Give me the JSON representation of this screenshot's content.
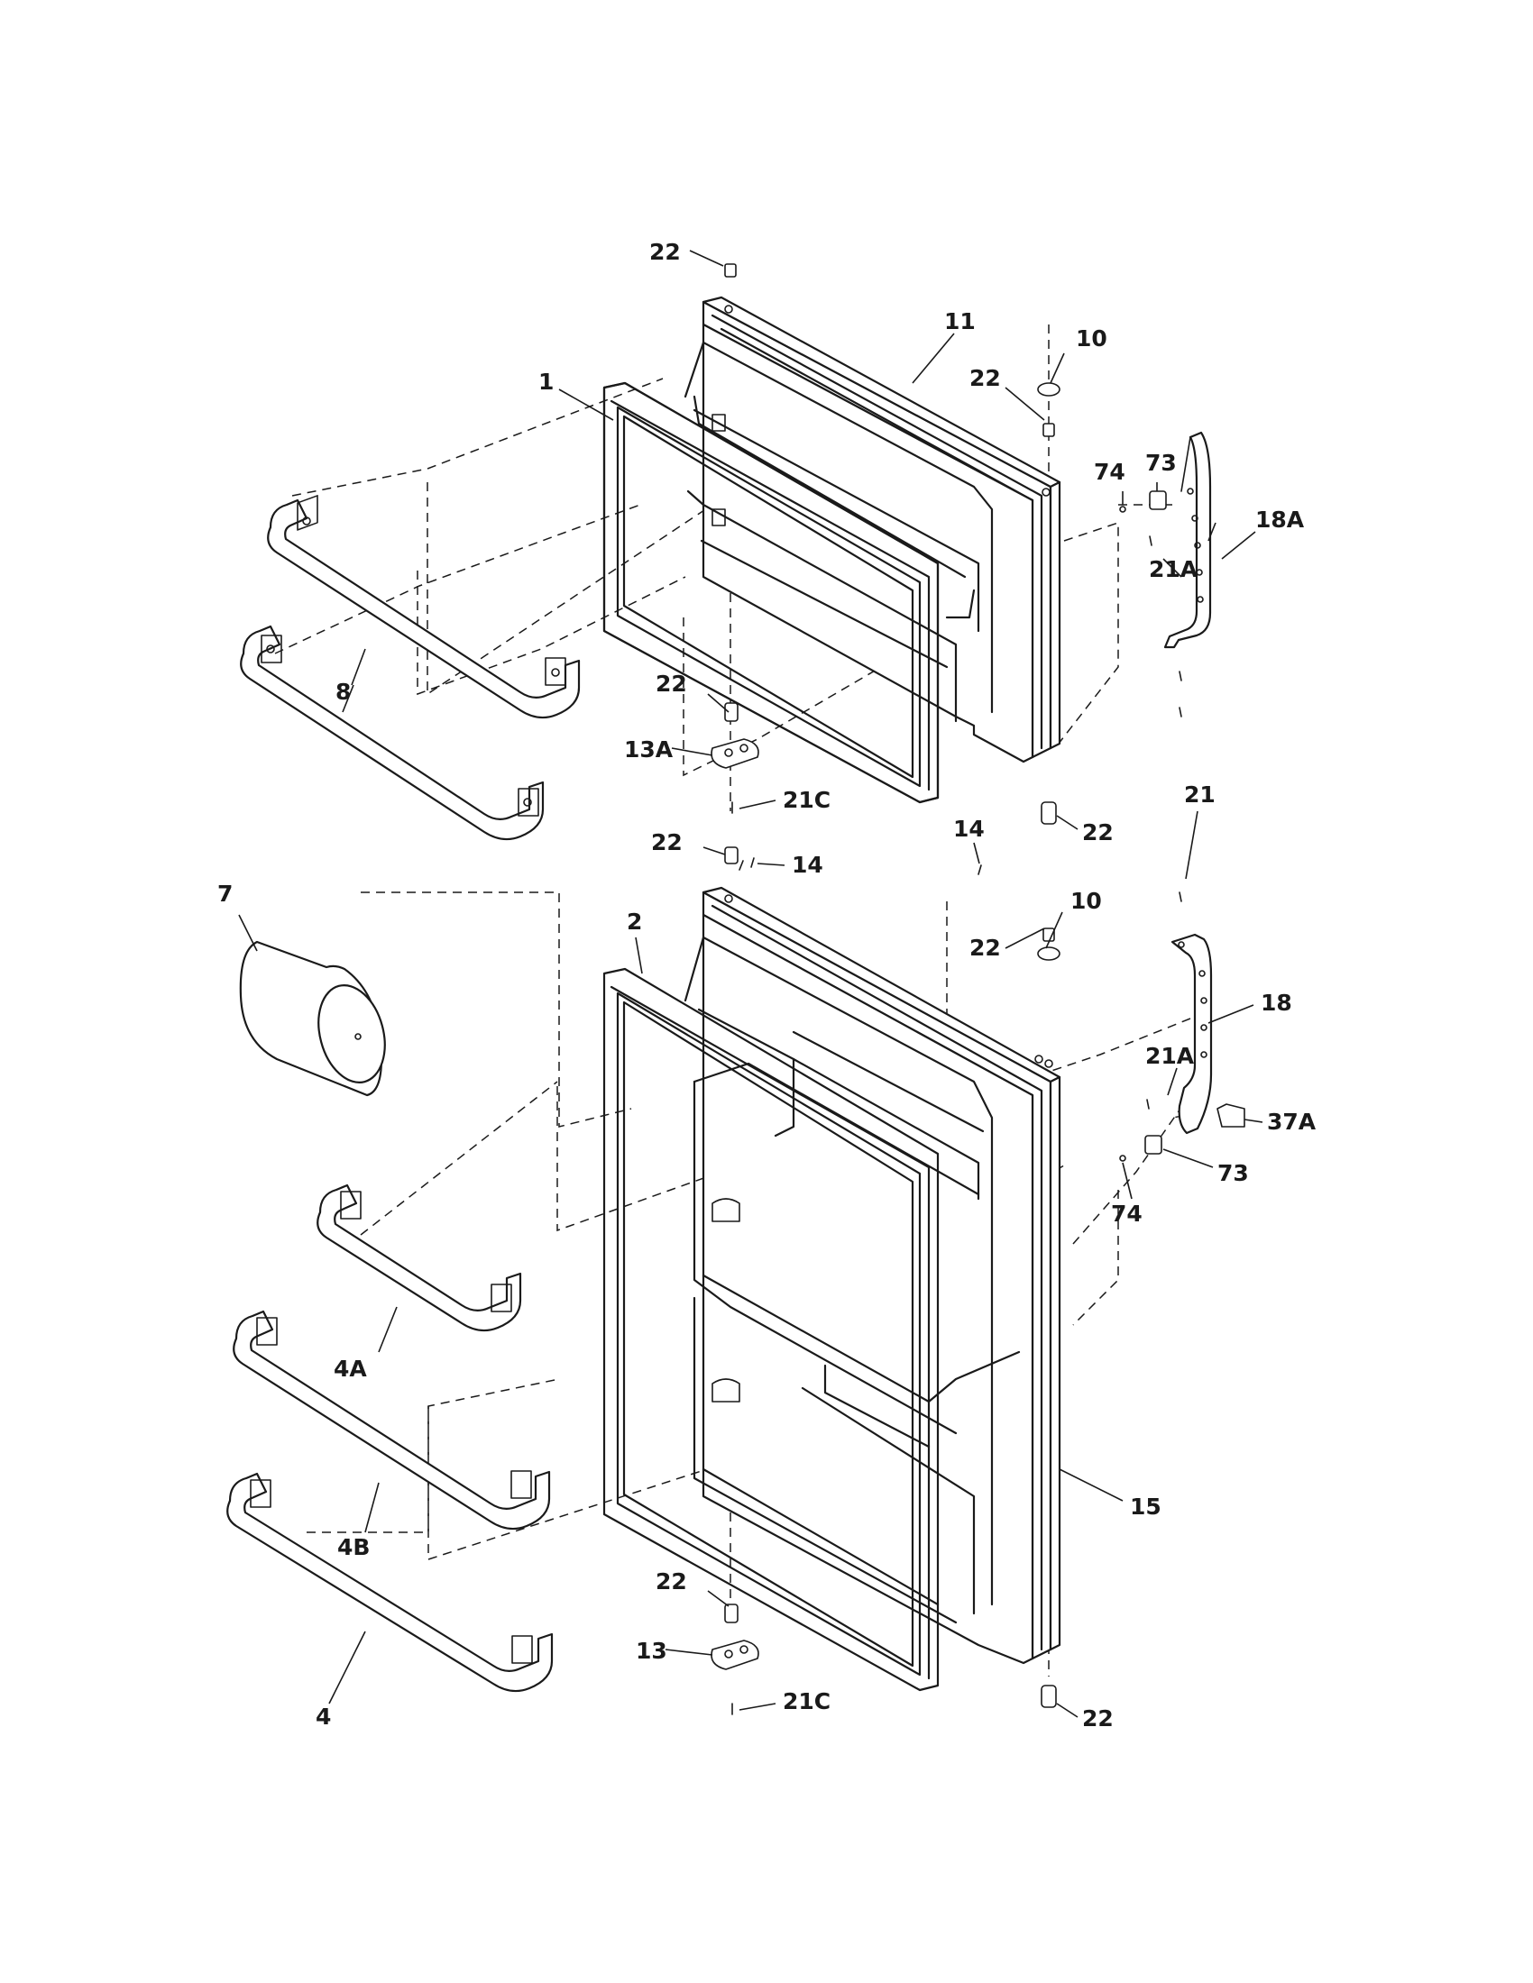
{
  "diagram": {
    "callouts": {
      "c22_top": "22",
      "c11": "11",
      "c10_a": "10",
      "c22_a": "22",
      "c1": "1",
      "c73_a": "73",
      "c74_a": "74",
      "c18A": "18A",
      "c21A_a": "21A",
      "c8": "8",
      "c22_b": "22",
      "c13A": "13A",
      "c21C_a": "21C",
      "c22_c": "22",
      "c21": "21",
      "c14_a": "14",
      "c22_d": "22",
      "c14_b": "14",
      "c7": "7",
      "c2": "2",
      "c10_b": "10",
      "c22_e": "22",
      "c18": "18",
      "c21A_b": "21A",
      "c37A": "37A",
      "c73_b": "73",
      "c74_b": "74",
      "c4A": "4A",
      "c4B": "4B",
      "c15": "15",
      "c22_f": "22",
      "c13": "13",
      "c21C_b": "21C",
      "c4": "4",
      "c22_g": "22"
    }
  }
}
